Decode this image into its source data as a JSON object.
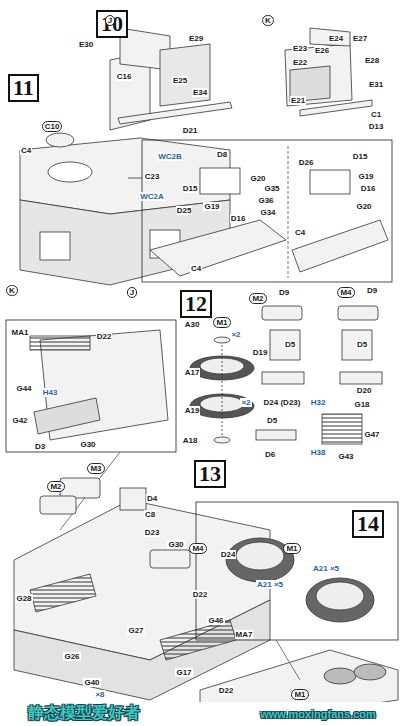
{
  "diagram": {
    "nodes": [
      {
        "text": [
          "10"
        ]
      },
      {
        "text": [
          "11"
        ]
      },
      {
        "text": [
          "12"
        ]
      },
      {
        "text": [
          "13"
        ]
      },
      {
        "text": [
          "14"
        ]
      }
    ],
    "labels": [
      "J",
      "E30",
      "E29",
      "E25",
      "E34",
      "C16",
      "D21",
      "K",
      "E24",
      "E27",
      "E23",
      "E26",
      "E22",
      "E28",
      "E21",
      "E31",
      "C1",
      "D13",
      "C10",
      "C4",
      "C23",
      "K",
      "J",
      "WC2B",
      "D8",
      "WC2A",
      "D15",
      "D25",
      "G19",
      "D16",
      "G20",
      "G35",
      "G36",
      "G34",
      "C4",
      "D26",
      "D15",
      "G19",
      "D16",
      "G20",
      "C4",
      "A30",
      "M1",
      "×2",
      "A17",
      "A19",
      "A18",
      "M2",
      "D9",
      "M4",
      "D9",
      "D19",
      "D5",
      "D5",
      "D20",
      "×2",
      "D24 (D23)",
      "D5",
      "D6",
      "H32",
      "G18",
      "G47",
      "H38",
      "G43",
      "MA1",
      "D22",
      "G44",
      "H43",
      "G42",
      "D3",
      "G30",
      "M3",
      "M2",
      "D4",
      "C8",
      "D23",
      "G30",
      "M4",
      "D24",
      "D22",
      "G28",
      "G26",
      "G27",
      "G46",
      "MA7",
      "G17",
      "G40",
      "×8",
      "A21 ×5",
      "A21 ×5",
      "M1",
      "D22",
      "M1",
      "静态模型爱好者",
      "www.moxingfans.com"
    ]
  }
}
